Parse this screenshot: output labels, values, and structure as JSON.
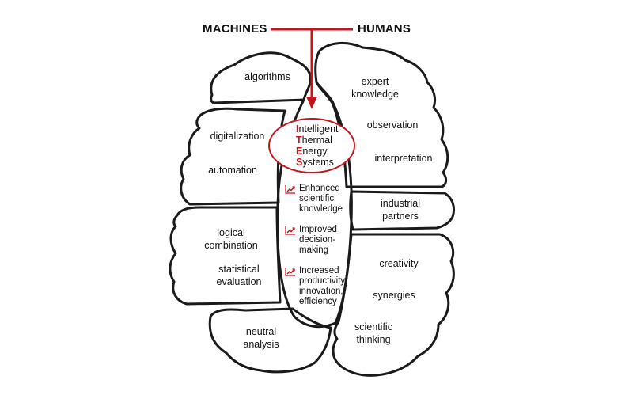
{
  "header": {
    "left": "MACHINES",
    "right": "HUMANS"
  },
  "center": {
    "words": [
      {
        "initial": "I",
        "rest": "ntelligent"
      },
      {
        "initial": "T",
        "rest": "hermal"
      },
      {
        "initial": "E",
        "rest": "nergy"
      },
      {
        "initial": "S",
        "rest": "ystems"
      }
    ]
  },
  "benefits": [
    {
      "text": "Enhanced\nscientific\nknowledge"
    },
    {
      "text": "Improved\ndecision-\nmaking"
    },
    {
      "text": "Increased\nproductivity,\ninnovation,\nefficiency"
    }
  ],
  "left_regions": {
    "algorithms": "algorithms",
    "digitalization": "digitalization",
    "automation": "automation",
    "logical": "logical\ncombination",
    "statistical": "statistical\nevaluation",
    "neutral": "neutral\nanalysis"
  },
  "right_regions": {
    "expert": "expert\nknowledge",
    "observation": "observation",
    "interpretation": "interpretation",
    "industrial": "industrial\npartners",
    "creativity": "creativity",
    "synergies": "synergies",
    "scientific": "scientific\nthinking"
  },
  "colors": {
    "accent": "#c0161c",
    "outline": "#1a1a1a"
  }
}
